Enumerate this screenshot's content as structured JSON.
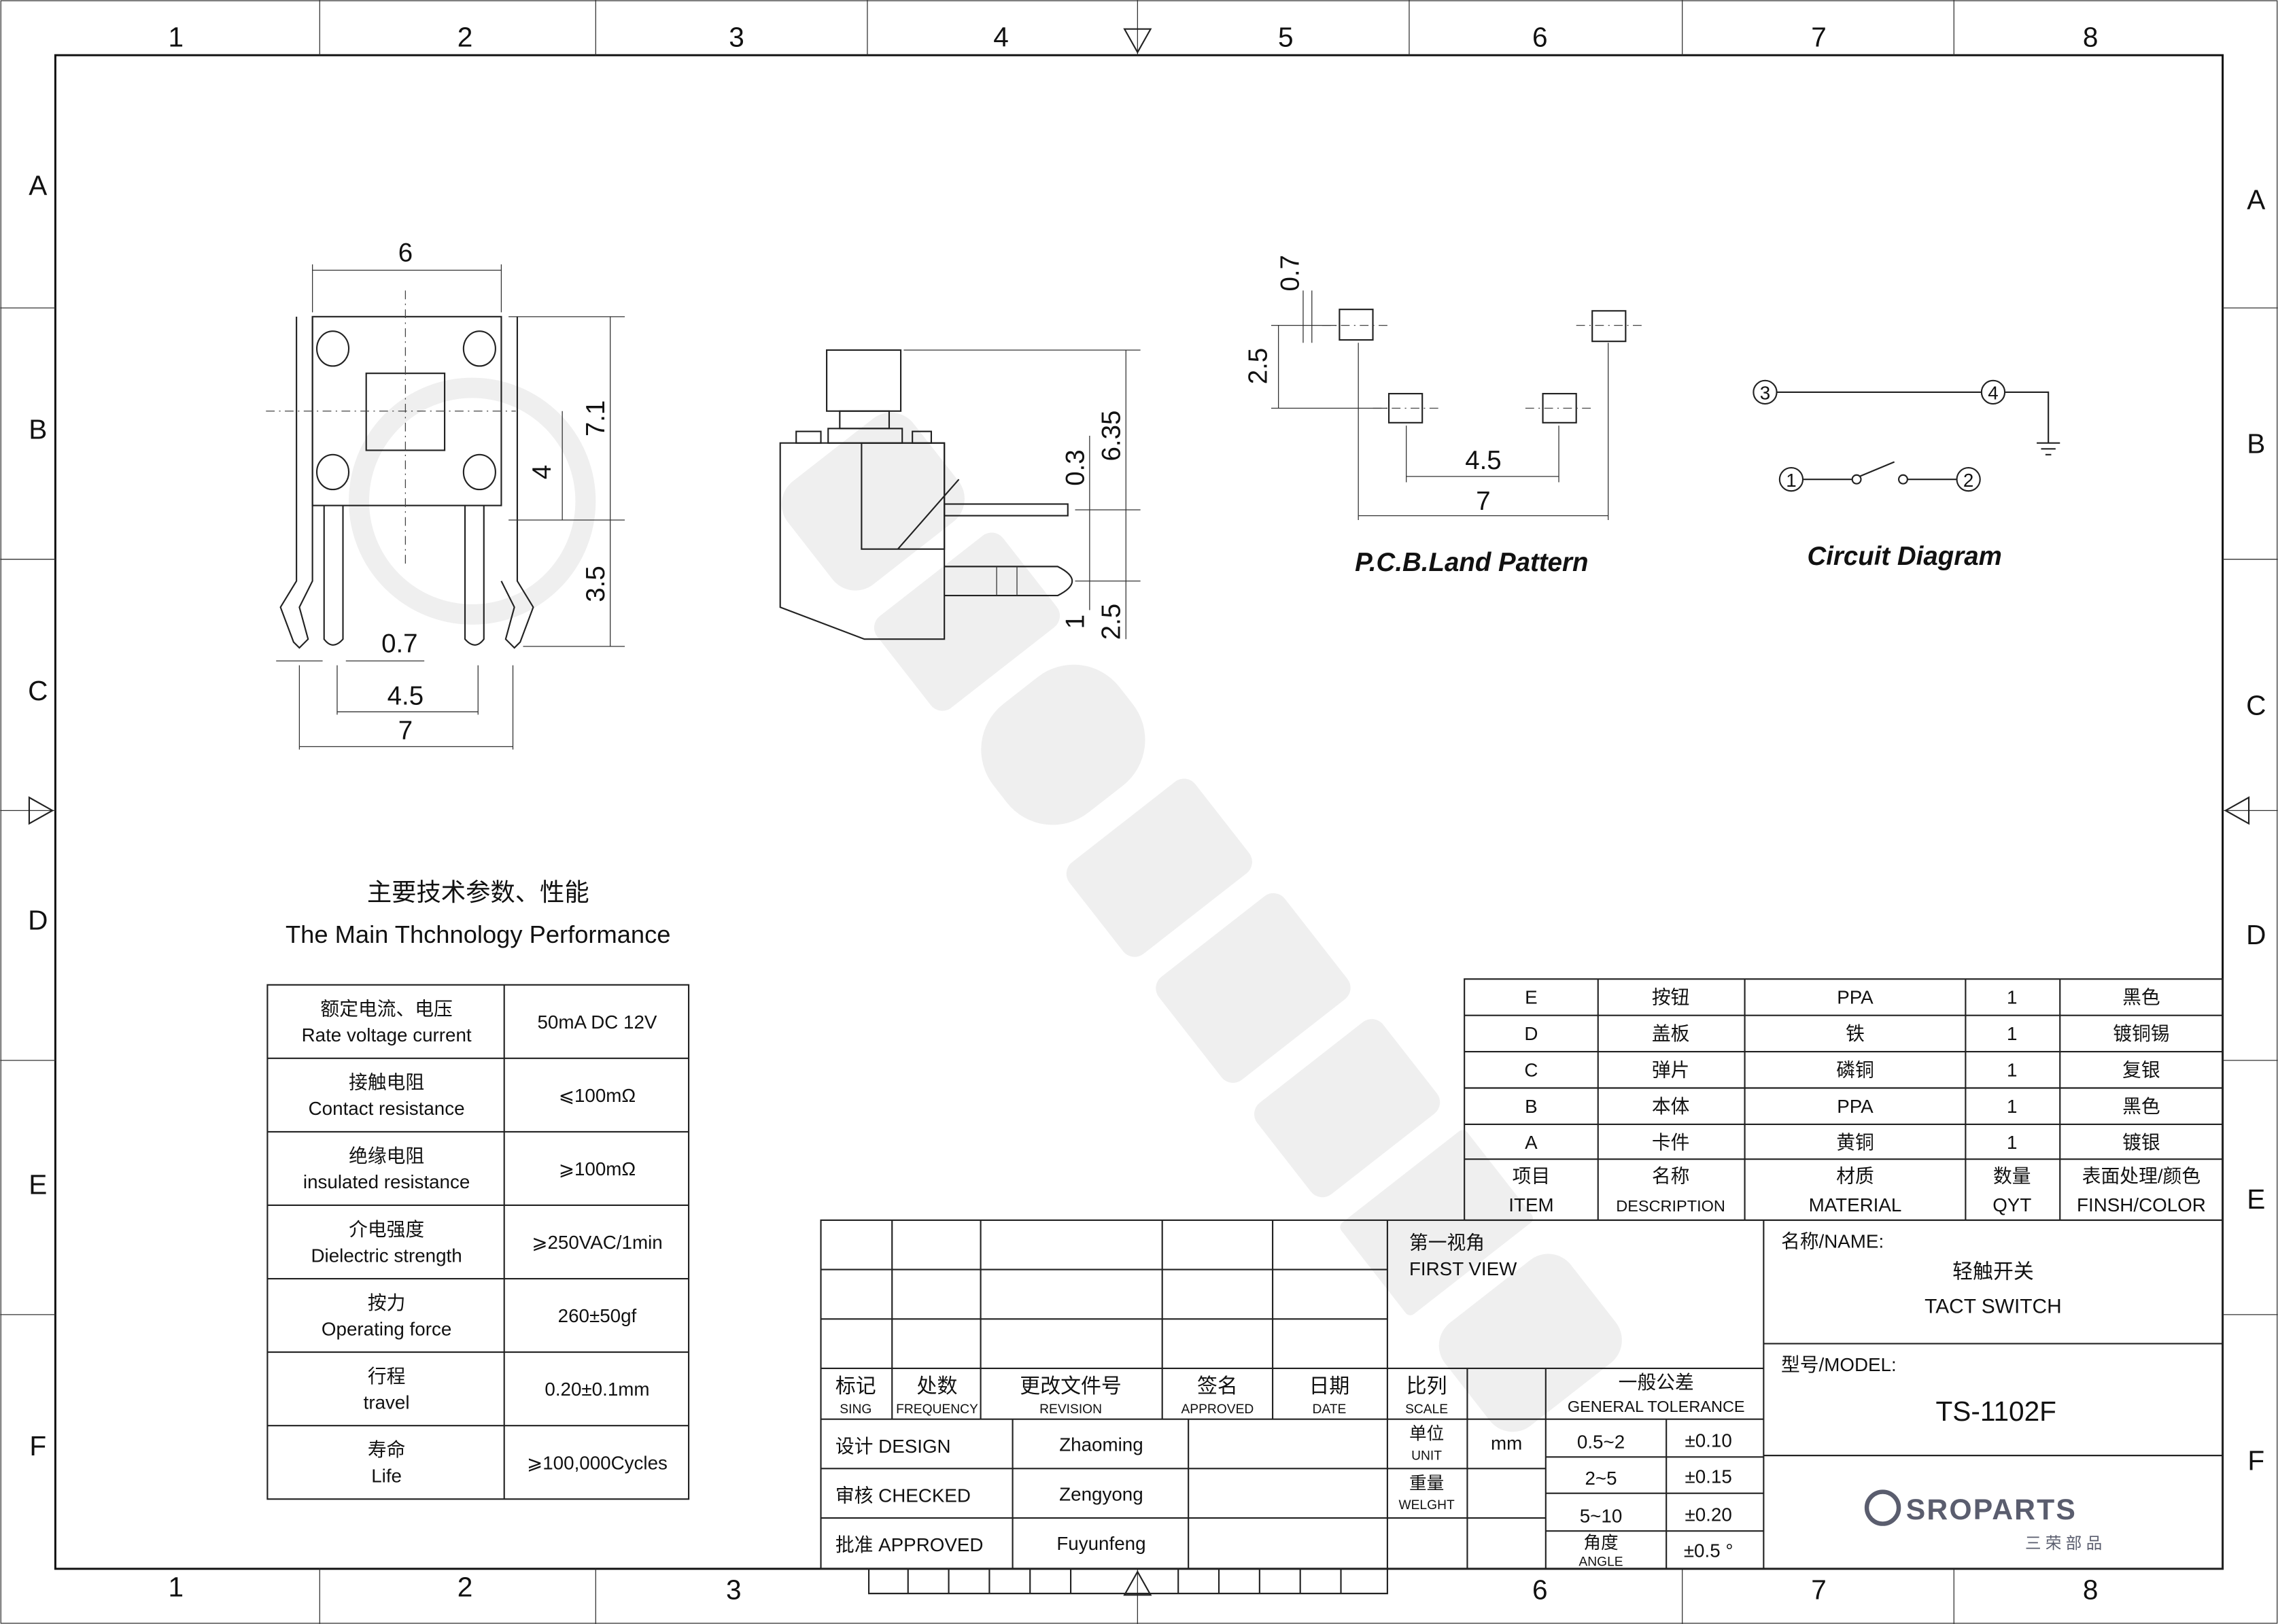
{
  "frame": {
    "zones_x": [
      "1",
      "2",
      "3",
      "4",
      "5",
      "6",
      "7",
      "8"
    ],
    "zones_y": [
      "A",
      "B",
      "C",
      "D",
      "E",
      "F"
    ]
  },
  "watermark": "SROPARTS",
  "front_view": {
    "dim_width": "6",
    "dim_height": "7.1",
    "dim_center": "4",
    "dim_pin_len": "3.5",
    "dim_pin_w": "0.7",
    "dim_pitch": "4.5",
    "dim_total": "7"
  },
  "side_view": {
    "dim_total": "6.35",
    "dim_gap": "0.3",
    "dim_pin": "1",
    "dim_base": "2.5"
  },
  "pcb": {
    "title": "P.C.B.Land Pattern",
    "dim_pad": "0.7",
    "dim_y": "2.5",
    "dim_pitch": "4.5",
    "dim_total": "7"
  },
  "circuit": {
    "title": "Circuit Diagram",
    "pins": [
      "1",
      "2",
      "3",
      "4"
    ]
  },
  "specs": {
    "title_cn": "主要技术参数、性能",
    "title_en": "The Main Thchnology Performance",
    "rows": [
      {
        "cn": "额定电流、电压",
        "en": "Rate voltage current",
        "value": "50mA DC 12V"
      },
      {
        "cn": "接触电阻",
        "en": "Contact resistance",
        "value": "⩽100mΩ"
      },
      {
        "cn": "绝缘电阻",
        "en": "insulated resistance",
        "value": "⩾100mΩ"
      },
      {
        "cn": "介电强度",
        "en": "Dielectric strength",
        "value": "⩾250VAC/1min"
      },
      {
        "cn": "按力",
        "en": "Operating force",
        "value": "260±50gf"
      },
      {
        "cn": "行程",
        "en": "travel",
        "value": "0.20±0.1mm"
      },
      {
        "cn": "寿命",
        "en": "Life",
        "value": "⩾100,000Cycles"
      }
    ]
  },
  "parts": {
    "rows": [
      {
        "item": "E",
        "desc": "按钮",
        "material": "PPA",
        "qty": "1",
        "finish": "黑色"
      },
      {
        "item": "D",
        "desc": "盖板",
        "material": "铁",
        "qty": "1",
        "finish": "镀铜锡"
      },
      {
        "item": "C",
        "desc": "弹片",
        "material": "磷铜",
        "qty": "1",
        "finish": "复银"
      },
      {
        "item": "B",
        "desc": "本体",
        "material": "PPA",
        "qty": "1",
        "finish": "黑色"
      },
      {
        "item": "A",
        "desc": "卡件",
        "material": "黄铜",
        "qty": "1",
        "finish": "镀银"
      }
    ],
    "header": {
      "item_cn": "项目",
      "item_en": "ITEM",
      "desc_cn": "名称",
      "desc_en": "DESCRIPTION",
      "mat_cn": "材质",
      "mat_en": "MATERIAL",
      "qty_cn": "数量",
      "qty_en": "QYT",
      "fin_cn": "表面处理/颜色",
      "fin_en": "FINSH/COLOR"
    }
  },
  "title_block": {
    "rev_header": [
      {
        "cn": "标记",
        "en": "SING"
      },
      {
        "cn": "处数",
        "en": "FREQUENCY"
      },
      {
        "cn": "更改文件号",
        "en": "REVISION"
      },
      {
        "cn": "签名",
        "en": "APPROVED"
      },
      {
        "cn": "日期",
        "en": "DATE"
      }
    ],
    "first_view_cn": "第一视角",
    "first_view_en": "FIRST VIEW",
    "scale_cn": "比列",
    "scale_en": "SCALE",
    "tol_cn": "一般公差",
    "tol_en": "GENERAL TOLERANCE",
    "signers": [
      {
        "role": "设计 DESIGN",
        "name": "Zhaoming"
      },
      {
        "role": "审核 CHECKED",
        "name": "Zengyong"
      },
      {
        "role": "批准 APPROVED",
        "name": "Fuyunfeng"
      }
    ],
    "unit_cn": "单位",
    "unit_en": "UNIT",
    "unit_value": "mm",
    "weight_cn": "重量",
    "weight_en": "WELGHT",
    "tolerances": [
      {
        "range": "0.5~2",
        "tol": "±0.10"
      },
      {
        "range": "2~5",
        "tol": "±0.15"
      },
      {
        "range": "5~10",
        "tol": "±0.20"
      }
    ],
    "angle_cn": "角度",
    "angle_en": "ANGLE",
    "angle_tol": "±0.5 °",
    "name_label": "名称/NAME:",
    "name_cn": "轻触开关",
    "name_en": "TACT  SWITCH",
    "model_label": "型号/MODEL:",
    "model": "TS-1102F",
    "logo_text": "SROPARTS",
    "logo_cn": "三荣部品"
  }
}
